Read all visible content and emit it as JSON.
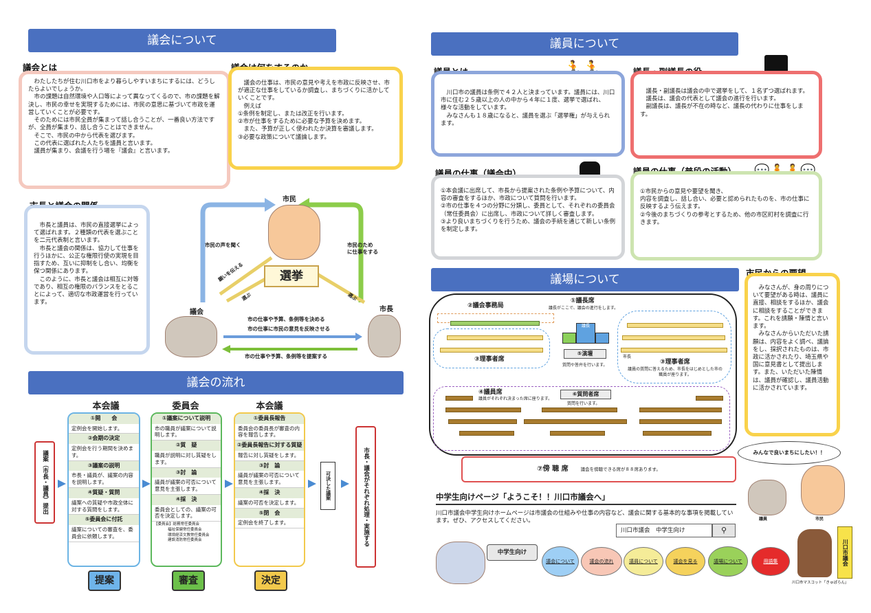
{
  "left": {
    "banner": "議会について",
    "gikai_towa": {
      "title": "議会とは",
      "paras": [
        "　わたしたちが住む川口市をより暮らしやすいまちにするには、どうしたらよいでしょうか。",
        "　市の課題は自然環境や人口等によって異なってくるので、市の課題を解決し、市民の幸せを実現するためには、市民の意思に基づいて市政を運営していくことが必要です。",
        "　そのためには市民全員が集まって話し合うことが、一番良い方法ですが、全員が集まり、話し合うことはできません。",
        "　そこで、市民の中から代表を選びます。",
        "　この代表に選ばれた人たちを議員と言います。",
        "　議員が集まり、会議を行う場を『議会』と言います。"
      ]
    },
    "gikai_nani": {
      "title": "議会は何をするのか",
      "paras": [
        "　議会の仕事は、市民の意見や考えを市政に反映させ、市が適正な仕事をしているか調査し、まちづくりに活かしていくことです。",
        "　例えば",
        "①条例を制定し、または改正を行います。",
        "②市が仕事をするために必要な予算を決めます。",
        "　また、予算が正しく使われたか決算を審議します。",
        "③必要な政策について議論します。"
      ]
    },
    "shicho": {
      "title": "市長と議会の関係",
      "paras": [
        "　市長と議員は、市民の直接選挙によって選ばれます。２種類の代表を選ぶことを二元代表制と言います。",
        "　市長と議会の関係は、協力して仕事を行うほかに、公正な権限行使の実現を目指すため、互いに抑制をし合い、均衡を保つ関係にあります。",
        "　このように、市長と議会は相互に対等であり、相互の権限のバランスをとることによって、適切な市政運営を行っています。"
      ]
    },
    "diagram": {
      "shimin": "市民",
      "senkyo": "選挙",
      "gikai": "議会",
      "shicho": "市長",
      "koe": "市民の声を聞く",
      "tame": "市民のため\nに仕事をする",
      "negai": "願いを伝える",
      "senshutsu1": "選ぶ",
      "senshutsu2": "選ぶ",
      "a1": "市の仕事や予算、条例等を決める",
      "a2": "市の仕事に市民の意見を反映させる",
      "a3": "市の仕事や予算、条例等を提案する"
    },
    "flow": {
      "banner": "議会の流れ",
      "side_left": "議案（市長・議員）提出",
      "side_mid": "可決した議案",
      "side_right": "市長・議会がそれぞれ処理・実施する",
      "col1": {
        "head": "本会議",
        "badge": "提案",
        "steps": [
          {
            "t": "①開　　会",
            "d": "定例会を開始します。"
          },
          {
            "t": "②会期の決定",
            "d": "定例会を行う期間を決めます。"
          },
          {
            "t": "③議案の説明",
            "d": "市長・議員が、議案の内容を説明します。"
          },
          {
            "t": "④質疑・質問",
            "d": "議案への質疑や市政全体に対する質問をします。"
          },
          {
            "t": "⑤委員会に付託",
            "d": "議案についての審査を、委員会に依頼します。"
          }
        ]
      },
      "col2": {
        "head": "委員会",
        "badge": "審査",
        "steps": [
          {
            "t": "①議案について説明",
            "d": "市の職員が議案について説明します。"
          },
          {
            "t": "②質　疑",
            "d": "職員が説明に対し質疑をします。"
          },
          {
            "t": "③討　論",
            "d": "議員が議案の可否について意見を主張します。"
          },
          {
            "t": "④採　決",
            "d": "委員会としての、議案の可否を決定します。"
          }
        ],
        "note": [
          "【委員会】総務常任委員会",
          "福祉保健常任委員会",
          "環境経済文教常任委員会",
          "建設消防常任委員会"
        ]
      },
      "col3": {
        "head": "本会議",
        "badge": "決定",
        "steps": [
          {
            "t": "①委員長報告",
            "d": "委員会の委員長が審査の内容を報告します。"
          },
          {
            "t": "②委員長報告に対する質疑",
            "d": "報告に対し質疑をします。"
          },
          {
            "t": "③討　論",
            "d": "議員が議案の可否について意見を主張します。"
          },
          {
            "t": "④採　決",
            "d": "議案の可否を決定します。"
          },
          {
            "t": "⑤閉　会",
            "d": "定例会を終了します。"
          }
        ]
      }
    }
  },
  "right": {
    "banner": "議員について",
    "giin_towa": {
      "title": "議員とは",
      "paras": [
        "　川口市の議員は条例で４２人と決まっています。議員には、川口市に住む２５歳以上の人の中から４年に１度、選挙で選ばれ、様々な活動をしています。",
        "　みなさんも１８歳になると、議員を選ぶ「選挙権」が与えられます。"
      ]
    },
    "gicho": {
      "title": "議長・副議長の役",
      "paras": [
        "　議長・副議長は議会の中で選挙をして、１名ずつ選ばれます。",
        "　議長は、議会の代表として議会の進行を行います。",
        "　副議長は、議長が不在の時など、議長の代わりに仕事をします。"
      ]
    },
    "shigoto1": {
      "title": "議員の仕事（議会中）",
      "paras": [
        "①本会議に出席して、市長から提案された条例や予算について、内容の審査をするほか、市政について質問を行います。",
        "②市の仕事を４つの分野に分類し、委員として、それぞれの委員会（常任委員会）に出席し、市政について詳しく審査します。",
        "③より良いまちづくりを行うため、議会の手続を通じて新しい条例を制定します。"
      ]
    },
    "shigoto2": {
      "title": "議員の仕事（普段の活動）",
      "paras": [
        "①市民からの意見や要望を聞き、",
        "内容を調査し、話し合い、必要と認められたものを、市の仕事に反映するよう伝えます。",
        "②今後のまちづくりの参考とするため、他の市区町村を調査に行きます。"
      ]
    },
    "gijo": {
      "banner": "議場について",
      "gicho": "①議長席",
      "gicho_sub": "議長がここで、議会の進行をします。",
      "jimu": "②議会事務局",
      "riji1": "③理事者席",
      "riji2": "③理事者席",
      "riji_sub": "議員の質問に答えるため、市長をはじめとした市の職員が座ります。",
      "endan": "⑤演壇",
      "endan_sub": "質問や答弁を行います。",
      "shicho_seki": "市長",
      "giin": "④議員席",
      "giin_sub": "議員がそれぞれ決まった席に座ります。",
      "shitsumon": "⑥質問者席",
      "shitsumon_sub": "質問を行います。",
      "bochou": "⑦傍 聴 席",
      "bochou_sub": "議会を傍聴できる席が８８席あります。",
      "gicho_label": "議長"
    },
    "yobo": {
      "title": "市民からの要望",
      "paras": [
        "　みなさんが、身の周りについて要望がある時は、議員に直接、相談をするほか、議会に相談をすることができます。これを請願・陳情と言います。",
        "　みなさんからいただいた請願は、内容をよく調べ、議論をし、採択されたものは、市政に活かされたり、埼玉県や国に意見書として提出します。また、いただいた陳情は、議員が確認し、議員活動に活かされています。"
      ]
    },
    "bubble": "みんなで良いまちにしたい！！",
    "giin_label": "議員",
    "shimin_label": "市民",
    "junior": {
      "title": "中学生向けページ「ようこそ！！川口市議会へ」",
      "text": "川口市議会中学生向けホームページは市議会の仕組みや仕事の内容など、議会に関する基本的な事項を掲載しています。ぜひ、アクセスしてください。",
      "search_value": "川口市議会　中学生向け",
      "kids_button": "中学生向け",
      "nav": [
        "議会について",
        "議会の流れ",
        "議員について",
        "議会を見る",
        "議場について",
        "用語集"
      ]
    },
    "mascot": "川口市マスコット「きゅぽらん」",
    "flag": "川口市議会"
  }
}
